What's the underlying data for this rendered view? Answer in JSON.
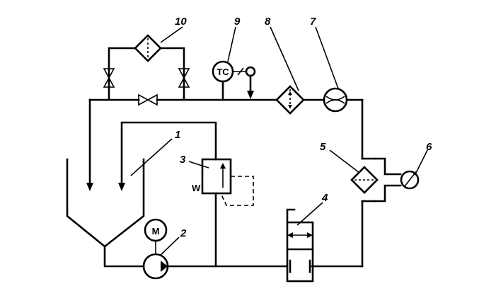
{
  "labels": {
    "tank": "1",
    "pump": "2",
    "relief_valve": "3",
    "test_cylinder": "4",
    "filter_5": "5",
    "pressure_gauge": "6",
    "flow_meter": "7",
    "filter_8": "8",
    "temperature_controller": "9",
    "cooler": "10"
  },
  "symbols": {
    "motor": "M",
    "temperature_controller": "TC",
    "spring": "W"
  }
}
